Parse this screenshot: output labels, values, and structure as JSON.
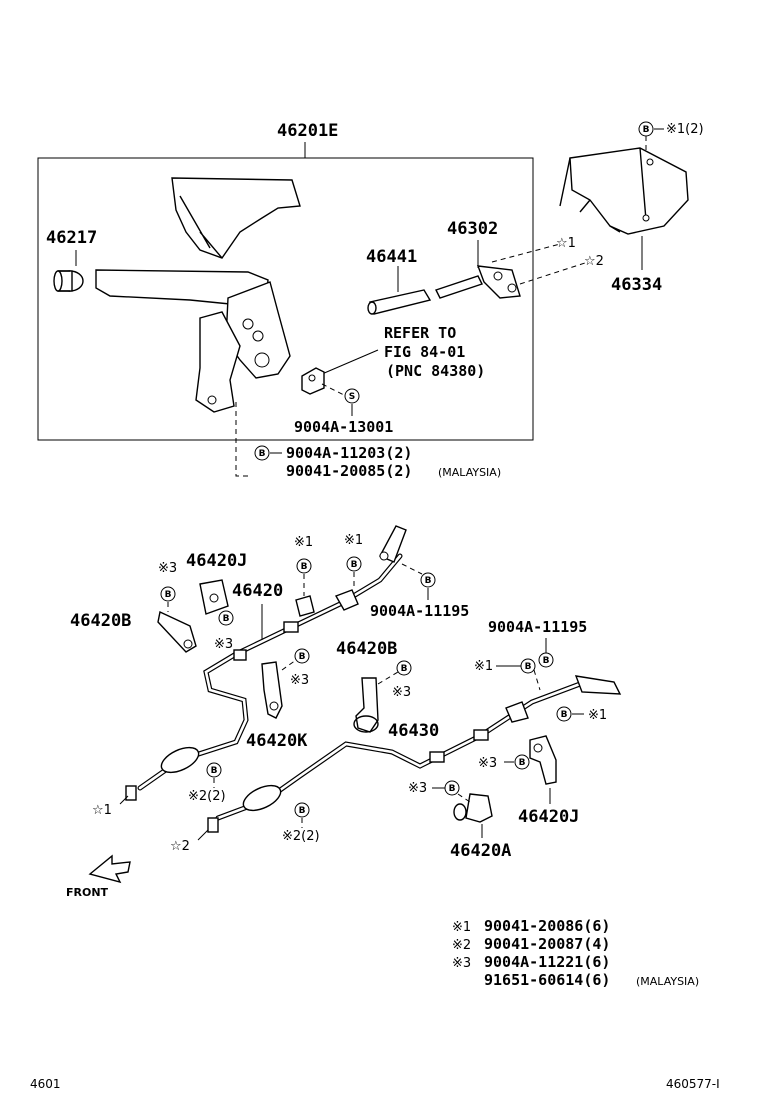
{
  "labels": {
    "assembly_main": "46201E",
    "lever_grip": "46217",
    "boot": "46441",
    "sub_assy": "46302",
    "cover": "46334",
    "refer_line1": "REFER TO",
    "refer_line2": "FIG 84-01",
    "refer_line3": "(PNC 84380)",
    "nut_13001": "9004A-13001",
    "bolt_11203": "9004A-11203(2)",
    "bolt_20085": "90041-20085(2)",
    "malaysia": "(MALAYSIA)",
    "clamp_j_left": "46420J",
    "cable_front": "46420",
    "clamp_b_left": "46420B",
    "clamp_k": "46420K",
    "bolt_11195_a": "9004A-11195",
    "bolt_11195_b": "9004A-11195",
    "clamp_b_mid": "46420B",
    "cable_rear": "46430",
    "clamp_j_right": "46420J",
    "clamp_a": "46420A",
    "front_label": "FRONT"
  },
  "markers": {
    "b": "B",
    "s": "S",
    "ref1": "※1",
    "ref2": "※2",
    "ref3": "※3",
    "ref1_2": "※1(2)",
    "ref2_2": "※2(2)",
    "star1": "☆1",
    "star2": "☆2"
  },
  "legend": [
    {
      "mark": "※1",
      "part": "90041-20086(6)",
      "note": ""
    },
    {
      "mark": "※2",
      "part": "90041-20087(4)",
      "note": ""
    },
    {
      "mark": "※3",
      "part": "9004A-11221(6)",
      "note": ""
    },
    {
      "mark": "",
      "part": "91651-60614(6)",
      "note": "(MALAYSIA)"
    }
  ],
  "footer": {
    "left": "4601",
    "right": "460577-I"
  }
}
